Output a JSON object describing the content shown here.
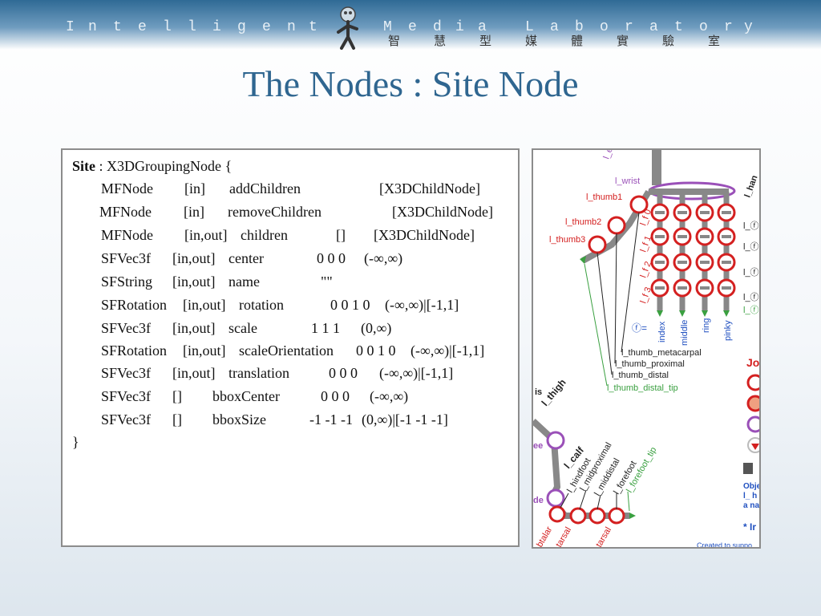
{
  "header": {
    "lab_name_en": [
      "I",
      "n",
      "t",
      "e",
      "l",
      "l",
      "i",
      "g",
      "e",
      "n",
      "t",
      "M",
      "e",
      "d",
      "i",
      "a",
      "L",
      "a",
      "b",
      "o",
      "r",
      "a",
      "t",
      "o",
      "r",
      "y"
    ],
    "lab_name_zh": [
      "智",
      "慧",
      "型",
      "媒",
      "體",
      "實",
      "驗",
      "室"
    ]
  },
  "slide": {
    "title": "The Nodes : Site Node"
  },
  "code": {
    "node_name": "Site",
    "node_header": " : X3DGroupingNode {",
    "fields": [
      {
        "type": "MFNode",
        "access": "[in]",
        "name": "addChildren",
        "default": "",
        "range": "[X3DChildNode]"
      },
      {
        "type": "MFNode",
        "access": "[in]",
        "name": "removeChildren",
        "default": "",
        "range": "[X3DChildNode]"
      },
      {
        "type": "MFNode",
        "access": "[in,out]",
        "name": "children",
        "default": "[]",
        "range": "[X3DChildNode]"
      },
      {
        "type": "SFVec3f",
        "access": "[in,out]",
        "name": "center",
        "default": "0 0 0",
        "range": "(-∞,∞)"
      },
      {
        "type": "SFString",
        "access": "[in,out]",
        "name": "name",
        "default": "\"\"",
        "range": ""
      },
      {
        "type": "SFRotation",
        "access": "[in,out]",
        "name": "rotation",
        "default": "0 0 1 0",
        "range": "(-∞,∞)|[-1,1]"
      },
      {
        "type": "SFVec3f",
        "access": "[in,out]",
        "name": "scale",
        "default": "1 1 1",
        "range": "(0,∞)"
      },
      {
        "type": "SFRotation",
        "access": "[in,out]",
        "name": "scaleOrientation",
        "default": "0 0 1 0",
        "range": "(-∞,∞)|[-1,1]"
      },
      {
        "type": "SFVec3f",
        "access": "[in,out]",
        "name": "translation",
        "default": "0 0 0",
        "range": "(-∞,∞)|[-1,1]"
      },
      {
        "type": "SFVec3f",
        "access": "[]",
        "name": "bboxCenter",
        "default": "0 0 0",
        "range": "(-∞,∞)"
      },
      {
        "type": "SFVec3f",
        "access": "[]",
        "name": "bboxSize",
        "default": "-1 -1 -1",
        "range": "(0,∞)|[-1 -1 -1]"
      }
    ],
    "closing": "}"
  },
  "diagram": {
    "labels": {
      "l_el": "l_el",
      "l_wrist": "l_wrist",
      "l_han": "l_han",
      "l_thumb1": "l_thumb1",
      "l_thumb2": "l_thumb2",
      "l_thumb3": "l_thumb3",
      "finger_0": "l_f 0",
      "finger_1": "l_f 1",
      "finger_2": "l_f 2",
      "finger_3": "l_f 3",
      "index": "index",
      "middle": "middle",
      "ring": "ring",
      "pinky": "pinky",
      "f_eq": "ⓕ=",
      "thumb_metacarpal": "l_thumb_metacarpal",
      "thumb_proximal": "l_thumb_proximal",
      "thumb_distal": "l_thumb_distal",
      "thumb_distal_tip": "l_thumb_distal_tip",
      "right_f": "l_ⓕ",
      "right_f_green": "l_ⓕ",
      "is": "is",
      "l_thigh": "l_thigh",
      "ee": "ee",
      "l_calf": "l_calf",
      "de": "de",
      "hindfoot": "l_hindfoot",
      "midproximal": "l_midproximal",
      "middistal": "l_middistal",
      "forefoot": "l_forefoot",
      "forefoot_tip": "l_forefoot_tip",
      "talar": "btalar",
      "tarsal1": "tarsal",
      "tarsal2": "tarsal",
      "jo": "Jo",
      "obj": "Obje",
      "l_h": "l_ h",
      "a_na": "a na",
      "ir": "* Ir",
      "created": "Created to suppo"
    },
    "colors": {
      "bone": "#888888",
      "joint_red": "#d42020",
      "site_green": "#3aa040",
      "purple": "#9a50b8",
      "site_text_blue": "#2050c0"
    }
  }
}
